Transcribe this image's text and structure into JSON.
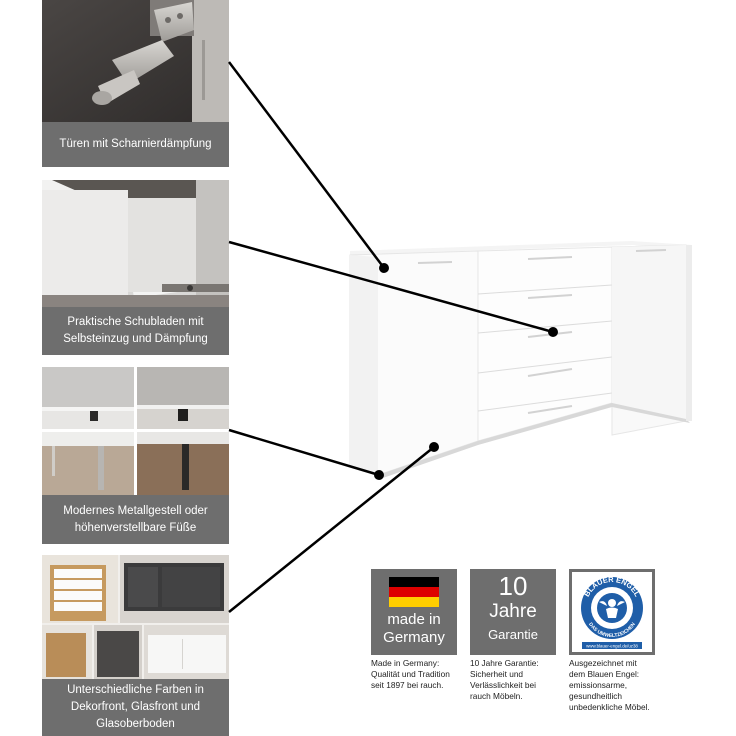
{
  "features": [
    {
      "caption": [
        "Türen mit Scharnierdämpfung"
      ]
    },
    {
      "caption": [
        "Praktische Schubladen mit",
        "Selbsteinzug und Dämpfung"
      ]
    },
    {
      "caption": [
        "Modernes Metallgestell oder",
        "höhenverstellbare Füße"
      ]
    },
    {
      "caption": [
        "Unterschiedliche Farben in",
        "Dekorfront, Glasfront und",
        "Glasoberboden"
      ]
    }
  ],
  "badges": {
    "germany": {
      "label_line1": "made in",
      "label_line2": "Germany",
      "description": [
        "Made in Germany:",
        "Qualität und Tradition",
        "seit 1897 bei rauch."
      ]
    },
    "warranty": {
      "number": "10",
      "label_line1": "Jahre",
      "label_line2": "Garantie",
      "description": [
        "10 Jahre Garantie:",
        "Sicherheit und",
        "Verlässlichkeit bei",
        "rauch Möbeln."
      ]
    },
    "blauer_engel": {
      "ring_top": "BLAUER ENGEL",
      "ring_bottom": "DAS UMWELTZEICHEN",
      "url": "www.blauer-engel.de/uz38",
      "description": [
        "Ausgezeichnet mit",
        "dem Blauen Engel:",
        "emissionsarme,",
        "gesundheitlich",
        "unbedenkliche Möbel."
      ]
    }
  },
  "colors": {
    "caption_bg": "#6e6e6e",
    "badge_bg": "#6e6e6e",
    "blauer_engel_blue": "#1f5ea8",
    "flag_black": "#000000",
    "flag_red": "#dd0000",
    "flag_gold": "#ffce00"
  }
}
